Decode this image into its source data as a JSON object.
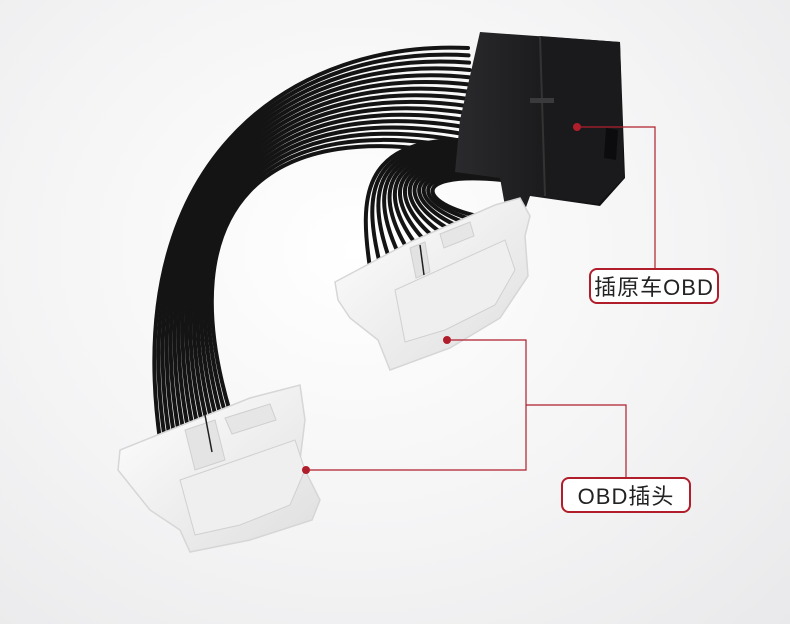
{
  "callouts": {
    "original_car_obd": "插原车OBD",
    "obd_plug": "OBD插头"
  },
  "colors": {
    "accent": "#b01e2c",
    "cable": "#141414",
    "connector_white": "#f7f7f7",
    "connector_black": "#1c1c1e"
  },
  "icons": [
    "red-dot-marker"
  ]
}
